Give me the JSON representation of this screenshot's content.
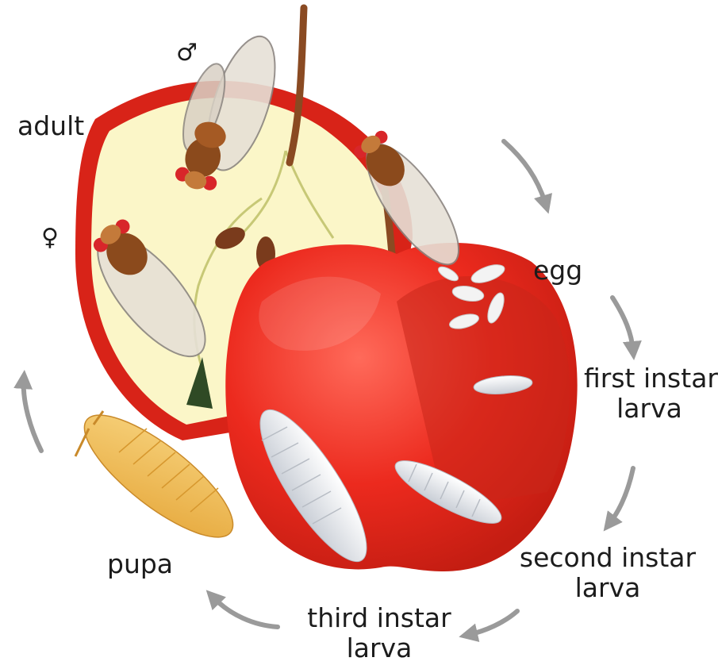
{
  "labels": {
    "adult": "adult",
    "egg": "egg",
    "first_instar": [
      "first instar",
      "larva"
    ],
    "second_instar": [
      "second instar",
      "larva"
    ],
    "third_instar": [
      "third instar",
      "larva"
    ],
    "pupa": "pupa"
  },
  "symbols": {
    "male": "♂",
    "female": "♀"
  },
  "colors": {
    "apple_red": "#e8261c",
    "apple_dark": "#b91d14",
    "apple_flesh": "#fbf6c8",
    "larva": "#eef1f4",
    "pupa": "#f2be55",
    "arrow": "#9a9a9a",
    "fly_body": "#8b4a1c",
    "fly_eye": "#d8262a"
  },
  "icons": [
    "cycle-arrow-icon",
    "fruit-fly-icon",
    "male-symbol-icon",
    "female-symbol-icon"
  ]
}
